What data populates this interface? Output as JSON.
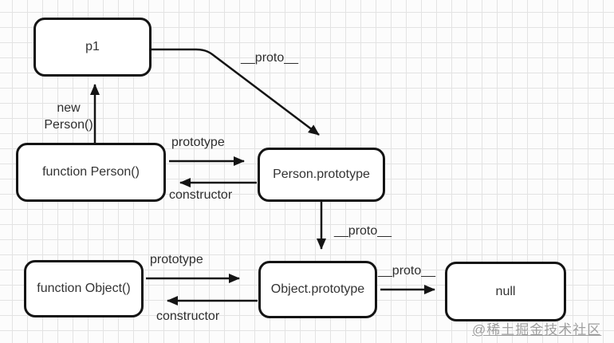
{
  "diagram": {
    "nodes": [
      {
        "id": "p1",
        "label": "p1"
      },
      {
        "id": "function-person",
        "label": "function Person()"
      },
      {
        "id": "person-prototype",
        "label": "Person.prototype"
      },
      {
        "id": "function-object",
        "label": "function Object()"
      },
      {
        "id": "object-prototype",
        "label": "Object.prototype"
      },
      {
        "id": "null",
        "label": "null"
      }
    ],
    "edge_labels": {
      "new_person_line1": "new",
      "new_person_line2": "Person()",
      "proto_p1": "__proto__",
      "prototype_person": "prototype",
      "constructor_person": "constructor",
      "proto_person": "__proto__",
      "prototype_object": "prototype",
      "constructor_object": "constructor",
      "proto_object": "__proto__"
    }
  },
  "watermark": {
    "text": "@稀土掘金技术社区"
  },
  "colors": {
    "stroke": "#141414",
    "box_border": "#141414",
    "text": "#333333",
    "grid_line": "#e3e3e3",
    "background": "#fcfcfc",
    "watermark": "#8f8f8f"
  }
}
